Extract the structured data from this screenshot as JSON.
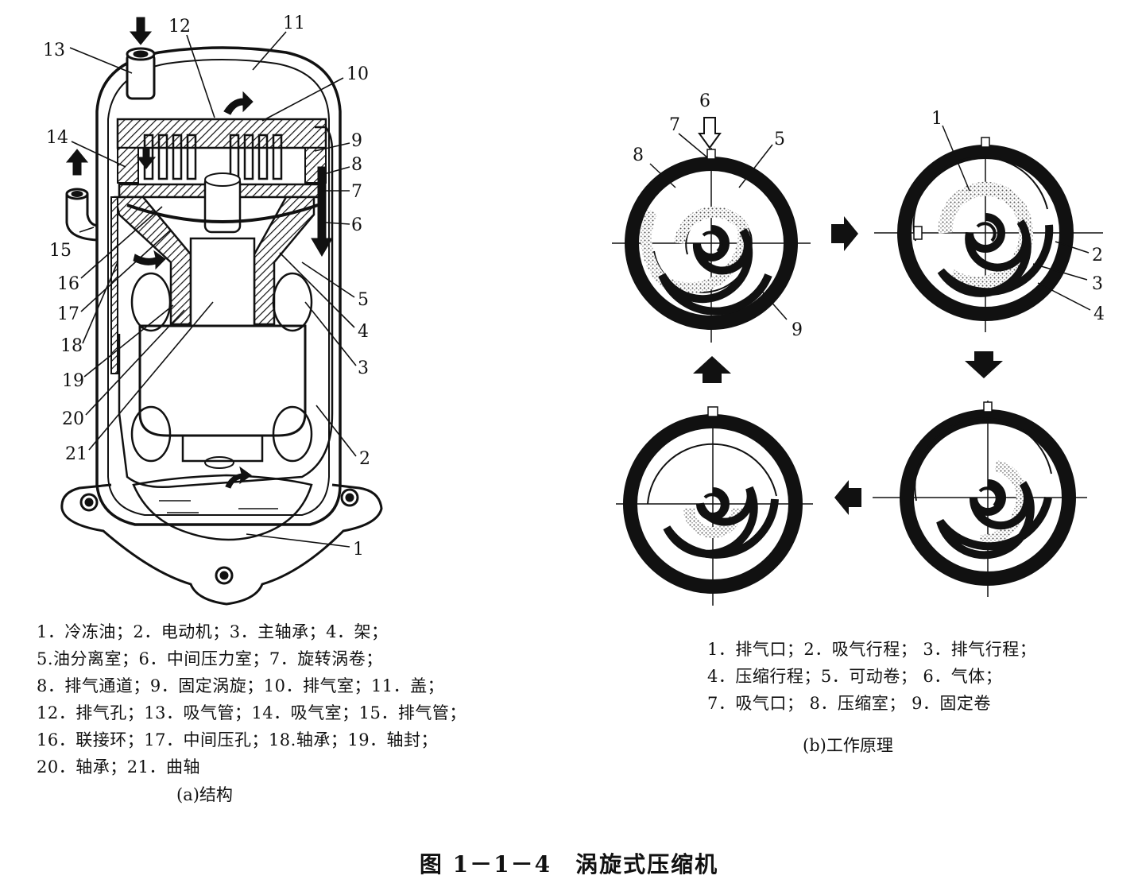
{
  "part_a": {
    "labels": [
      "1",
      "2",
      "3",
      "4",
      "5",
      "6",
      "7",
      "8",
      "9",
      "10",
      "11",
      "12",
      "13",
      "14",
      "15",
      "16",
      "17",
      "18",
      "19",
      "20",
      "21"
    ],
    "legend_lines": [
      "1．冷冻油；2．电动机；3．主轴承；4．架；",
      "5.油分离室；6．中间压力室；7．旋转涡卷；",
      "8．排气通道；9．固定涡旋；10．排气室；11．盖；",
      "12．排气孔；13．吸气管；14．吸气室；15．排气管；",
      "16．联接环；17．中间压孔；18.轴承；19．轴封；",
      "20．轴承；21．曲轴"
    ],
    "caption": "(a)结构"
  },
  "part_b": {
    "labels": [
      "1",
      "2",
      "3",
      "4",
      "5",
      "6",
      "7",
      "8",
      "9"
    ],
    "legend_lines": [
      "1．排气口；2．吸气行程； 3．排气行程；",
      "4．压缩行程；5．可动卷； 6．气体；",
      "7．吸气口； 8．压缩室； 9．固定卷"
    ],
    "caption": "(b)工作原理"
  },
  "figure_title": "图 1－1－4　涡旋式压缩机",
  "colors": {
    "ink": "#111111",
    "paper": "#ffffff",
    "stipple": "#9a9a9a"
  }
}
